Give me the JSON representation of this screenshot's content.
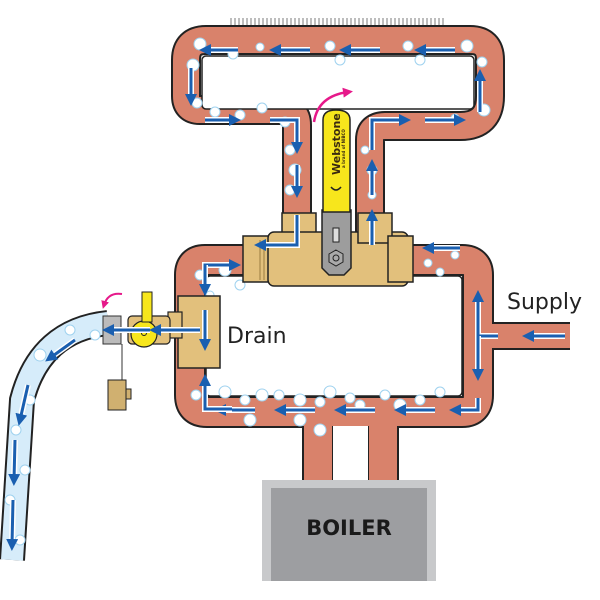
{
  "labels": {
    "supply": "Supply",
    "drain": "Drain",
    "boiler": "BOILER",
    "valve_brand": "Webstone",
    "valve_subbrand": "a brand of NIBCO"
  },
  "colors": {
    "pipe_hot": "#d9826b",
    "pipe_outline": "#222222",
    "flow_arrow": "#1a5fb0",
    "bubble": "#ffffff",
    "drain_hose": "#d6ecfa",
    "brass": "#e2c07c",
    "valve_handle": "#f7e61c",
    "rotation_arrow": "#e6198a",
    "boiler_body": "#9d9ea1",
    "boiler_frame": "#c8c9cb",
    "radiator_fin": "#a0a0a0"
  },
  "components": [
    {
      "id": "radiator",
      "name": "baseboard radiator"
    },
    {
      "id": "isolation-valve",
      "name": "Webstone isolation valve",
      "handle_state": "closed"
    },
    {
      "id": "drain-valve",
      "name": "drain valve",
      "handle_state": "open"
    },
    {
      "id": "drain-hose",
      "name": "drain hose"
    },
    {
      "id": "boiler",
      "name": "boiler"
    }
  ]
}
